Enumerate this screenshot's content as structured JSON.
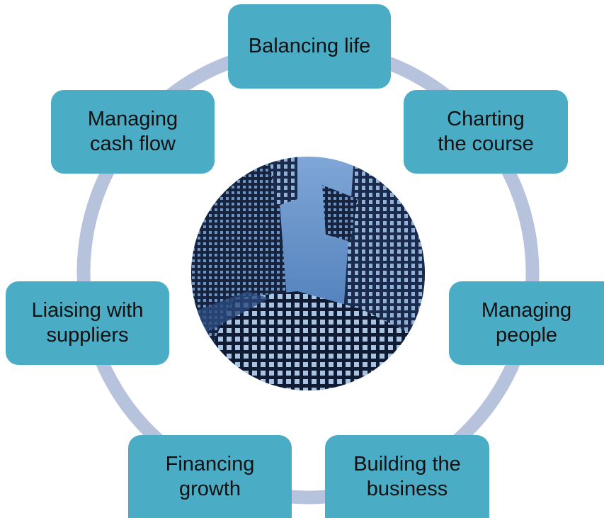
{
  "diagram": {
    "center_image_label": "skyscrapers-photo",
    "colors": {
      "node_fill": "#4bacc6",
      "ring": "#b7c3dc",
      "text": "#111111"
    },
    "nodes": [
      {
        "id": "balancing-life",
        "lines": [
          "Balancing life"
        ]
      },
      {
        "id": "charting-the-course",
        "lines": [
          "Charting",
          "the course"
        ]
      },
      {
        "id": "managing-people",
        "lines": [
          "Managing",
          "people"
        ]
      },
      {
        "id": "building-the-business",
        "lines": [
          "Building the",
          "business"
        ]
      },
      {
        "id": "financing-growth",
        "lines": [
          "Financing",
          "growth"
        ]
      },
      {
        "id": "liaising-with-suppliers",
        "lines": [
          "Liaising with",
          "suppliers"
        ]
      },
      {
        "id": "managing-cash-flow",
        "lines": [
          "Managing",
          "cash flow"
        ]
      }
    ]
  }
}
